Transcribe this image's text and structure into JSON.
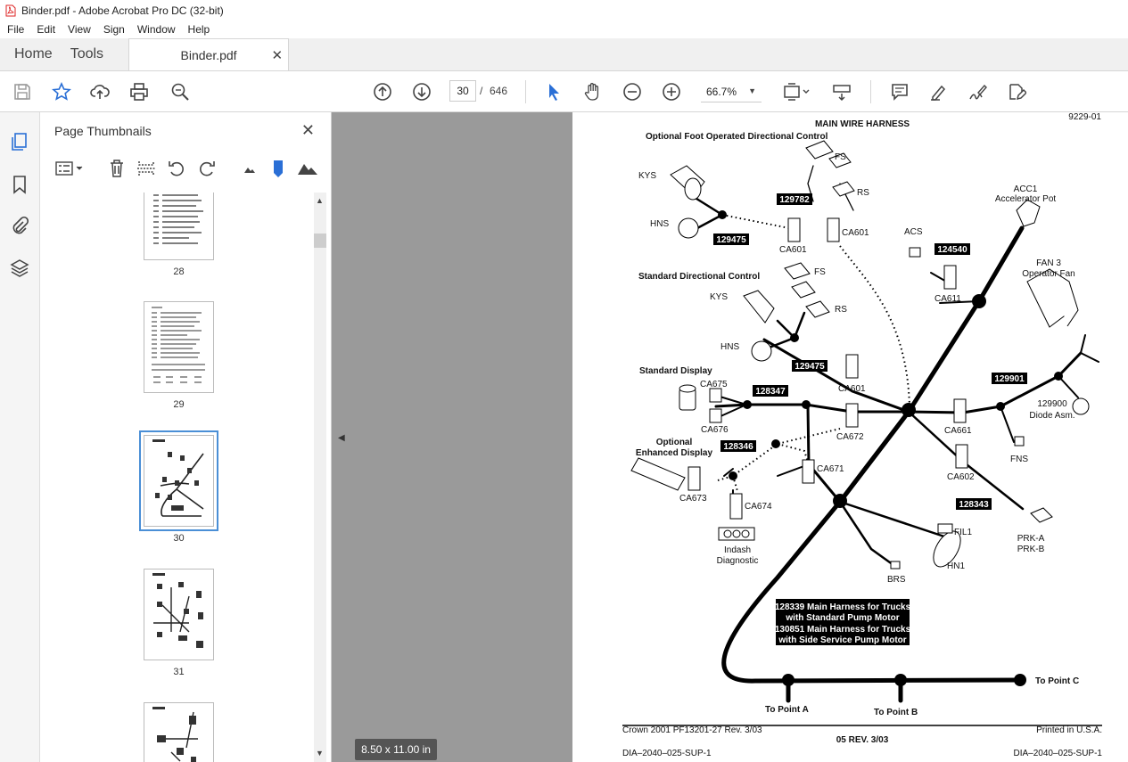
{
  "window": {
    "title": "Binder.pdf - Adobe Acrobat Pro DC (32-bit)"
  },
  "menu": [
    "File",
    "Edit",
    "View",
    "Sign",
    "Window",
    "Help"
  ],
  "tabs": {
    "home": "Home",
    "tools": "Tools",
    "document": "Binder.pdf"
  },
  "toolbar": {
    "current_page": "30",
    "page_separator": "/",
    "total_pages": "646",
    "zoom": "66.7%"
  },
  "panel": {
    "title": "Page Thumbnails"
  },
  "thumbnails": [
    {
      "label": "28"
    },
    {
      "label": "29"
    },
    {
      "label": "30",
      "selected": true
    },
    {
      "label": "31"
    }
  ],
  "page_size": "8.50 x 11.00 in",
  "diagram": {
    "title": "MAIN WIRE HARNESS",
    "ref": "9229-01",
    "labels": {
      "optional_foot": "Optional Foot Operated Directional Control",
      "standard_dir": "Standard Directional Control",
      "standard_display": "Standard Display",
      "optional_enhanced_1": "Optional",
      "optional_enhanced_2": "Enhanced Display",
      "indash_1": "Indash",
      "indash_2": "Diagnostic",
      "acc1_1": "ACC1",
      "acc1_2": "Accelerator Pot",
      "fan_1": "FAN 3",
      "fan_2": "Operator Fan",
      "diode_1": "129900",
      "diode_2": "Diode Asm.",
      "kys_a": "KYS",
      "hns_a": "HNS",
      "fs_a": "FS",
      "rs_a": "RS",
      "kys_b": "KYS",
      "hns_b": "HNS",
      "fs_b": "FS",
      "rs_b": "RS",
      "ca601_a": "CA601",
      "ca601_b": "CA601",
      "ca601_c": "CA601",
      "acs": "ACS",
      "ca611": "CA611",
      "ca675": "CA675",
      "ca676": "CA676",
      "ca672": "CA672",
      "ca661": "CA661",
      "fns": "FNS",
      "ca602": "CA602",
      "ca671": "CA671",
      "ca673": "CA673",
      "ca674": "CA674",
      "prk_a": "PRK-A",
      "prk_b": "PRK-B",
      "fil1": "FIL1",
      "hn1": "HN1",
      "brs": "BRS",
      "to_a": "To Point A",
      "to_b": "To Point B",
      "to_c": "To Point C"
    },
    "part_labels": {
      "p129782": "129782",
      "p129475a": "129475",
      "p124540": "124540",
      "p129475b": "129475",
      "p128347": "128347",
      "p129901": "129901",
      "p128346": "128346",
      "p128343": "128343"
    },
    "harness_note": [
      "128339 Main Harness for Trucks",
      "with Standard Pump Motor",
      "130851 Main Harness for Trucks",
      "with Side Service Pump Motor"
    ],
    "footer": {
      "copyright": "Crown 2001 PF13201-27 Rev. 3/03",
      "printed": "Printed in U.S.A.",
      "revision": "05 REV. 3/03",
      "doc_left": "DIA–2040–025-SUP-1",
      "doc_right": "DIA–2040–025-SUP-1"
    }
  },
  "icons": {
    "toolbar": [
      "save-icon",
      "star-icon",
      "upload-icon",
      "print-icon",
      "zoom-search-icon",
      "page-up-icon",
      "page-down-icon",
      "select-cursor-icon",
      "hand-icon",
      "zoom-out-icon",
      "zoom-in-icon",
      "fit-page-icon",
      "scroll-mode-icon",
      "comment-icon",
      "highlight-icon",
      "sign-icon",
      "edit-pdf-icon"
    ]
  },
  "colors": {
    "selection": "#4a8fd6",
    "canvas_gray": "#9a9a9a",
    "cursor_blue": "#2a6fd6"
  }
}
